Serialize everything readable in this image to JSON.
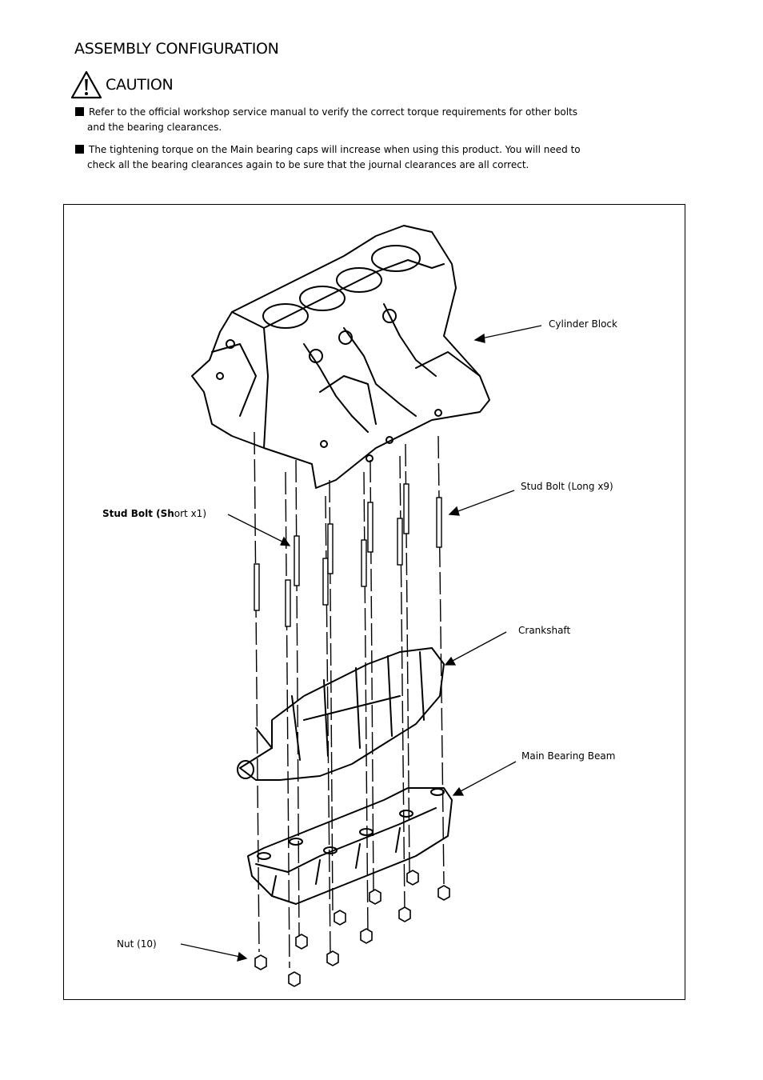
{
  "heading": {
    "title": "ASSEMBLY CONFIGURATION",
    "caution": "CAUTION"
  },
  "notes": [
    {
      "line1": "Refer to the official workshop service manual to verify the correct torque requirements for other bolts",
      "line2": "and the bearing clearances."
    },
    {
      "line1": "The tightening torque on the Main bearing caps will increase when using this product. You will need to",
      "line2": "check all the bearing clearances again to be sure that the journal clearances are all correct."
    }
  ],
  "diagram": {
    "labels": {
      "cylinder_block": "Cylinder Block",
      "stud_long": "Stud Bolt (Long x9)",
      "stud_short_bold": "Stud Bolt (Sh",
      "stud_short_rest": "ort x1)",
      "crankshaft": "Crankshaft",
      "main_bearing_beam": "Main Bearing Beam",
      "nut": "Nut (10)"
    },
    "icons": [
      "warning-triangle-icon"
    ]
  }
}
